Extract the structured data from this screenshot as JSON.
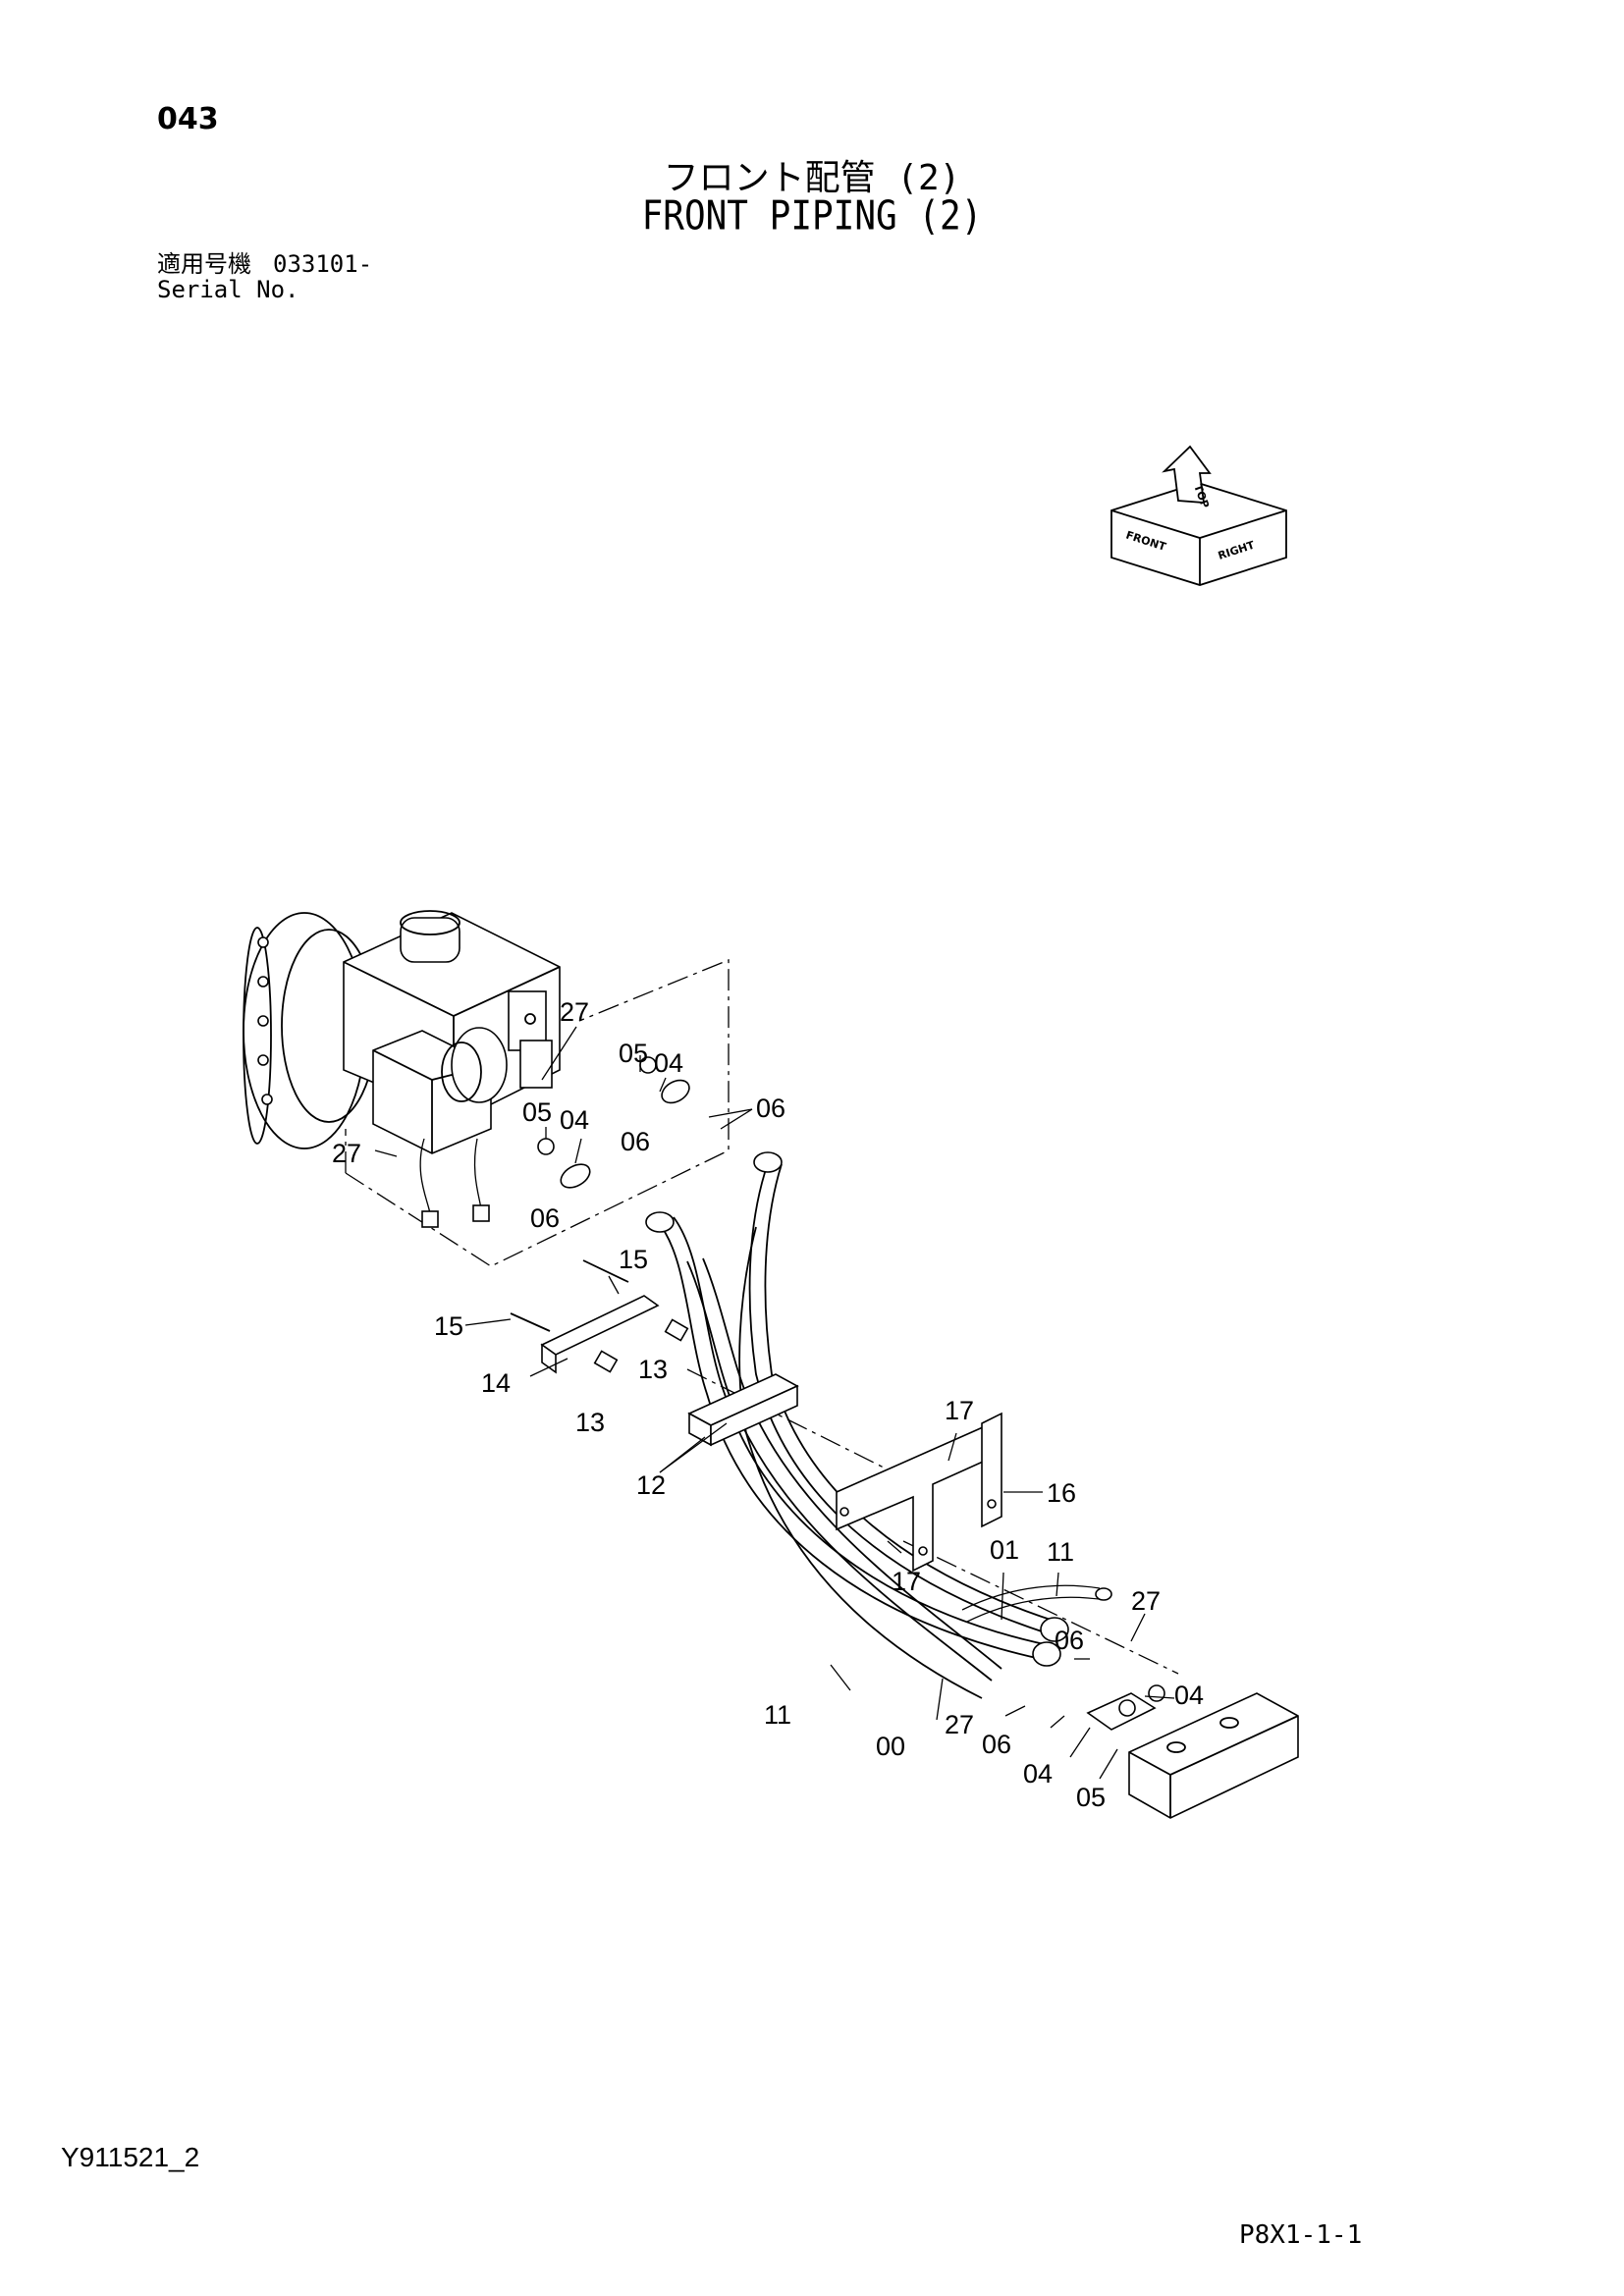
{
  "page": {
    "number": "043",
    "title_jp": "フロント配管 (2)",
    "title_en": "FRONT PIPING (2)",
    "serial_label_jp": "適用号機",
    "serial_value": "033101-",
    "serial_label_en": "Serial No.",
    "doc_id": "Y911521_2",
    "sheet_ref": "P8X1-1-1"
  },
  "orientation_icon": {
    "labels": [
      "FRONT",
      "TOP",
      "RIGHT"
    ]
  },
  "callouts": [
    {
      "id": "c27a",
      "text": "27"
    },
    {
      "id": "c05a",
      "text": "05"
    },
    {
      "id": "c04a",
      "text": "04"
    },
    {
      "id": "c06a",
      "text": "06"
    },
    {
      "id": "c05b",
      "text": "05"
    },
    {
      "id": "c04b",
      "text": "04"
    },
    {
      "id": "c06b",
      "text": "06"
    },
    {
      "id": "c27b",
      "text": "27"
    },
    {
      "id": "c06c",
      "text": "06"
    },
    {
      "id": "c15a",
      "text": "15"
    },
    {
      "id": "c15b",
      "text": "15"
    },
    {
      "id": "c14",
      "text": "14"
    },
    {
      "id": "c13a",
      "text": "13"
    },
    {
      "id": "c13b",
      "text": "13"
    },
    {
      "id": "c17a",
      "text": "17"
    },
    {
      "id": "c16",
      "text": "16"
    },
    {
      "id": "c12",
      "text": "12"
    },
    {
      "id": "c17b",
      "text": "17"
    },
    {
      "id": "c01",
      "text": "01"
    },
    {
      "id": "c11a",
      "text": "11"
    },
    {
      "id": "c27c",
      "text": "27"
    },
    {
      "id": "c06d",
      "text": "06"
    },
    {
      "id": "c04c",
      "text": "04"
    },
    {
      "id": "c11b",
      "text": "11"
    },
    {
      "id": "c00",
      "text": "00"
    },
    {
      "id": "c27d",
      "text": "27"
    },
    {
      "id": "c06e",
      "text": "06"
    },
    {
      "id": "c04d",
      "text": "04"
    },
    {
      "id": "c05c",
      "text": "05"
    }
  ]
}
